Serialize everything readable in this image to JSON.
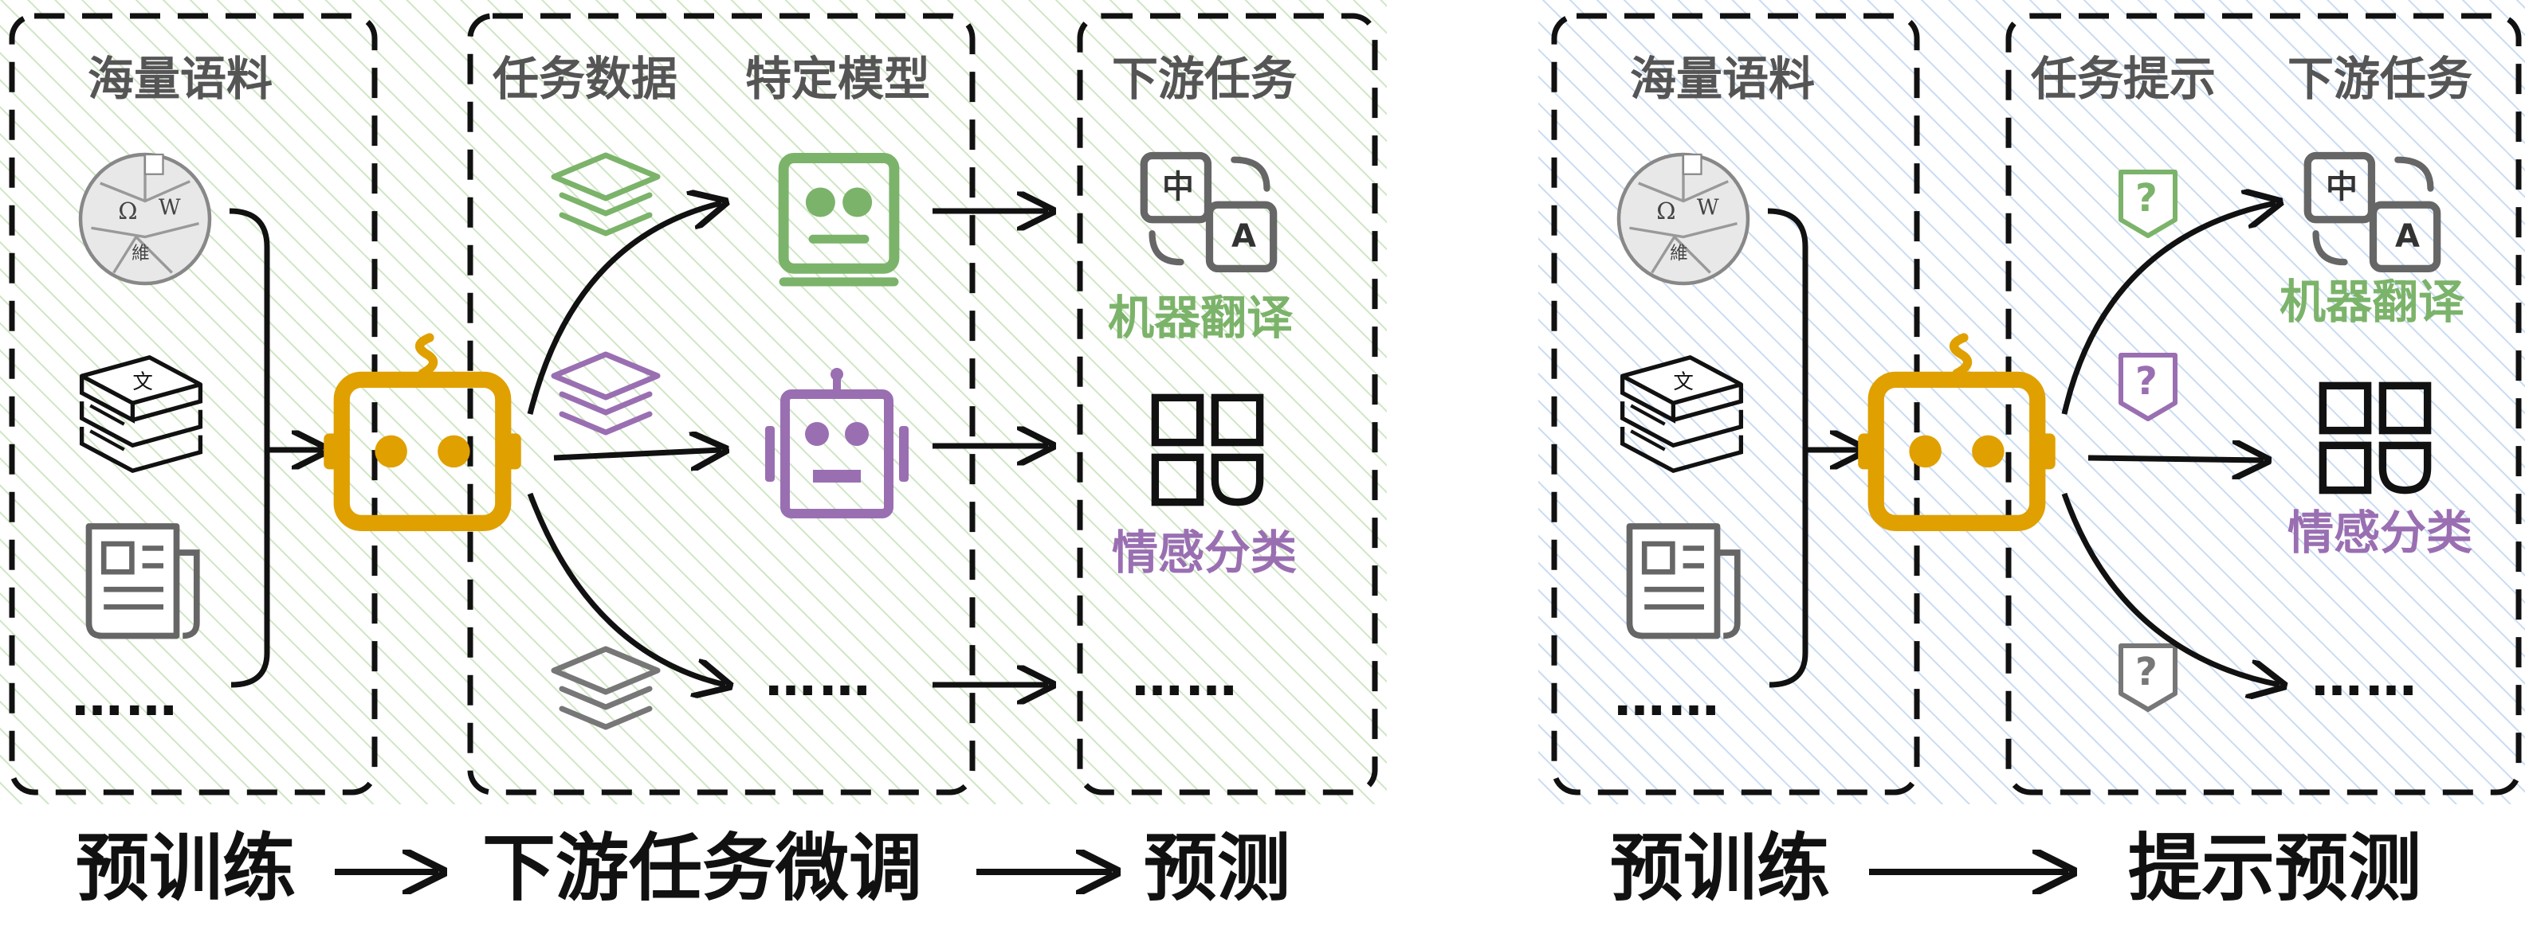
{
  "colors": {
    "green": "#7cb36a",
    "purple": "#9a6fb2",
    "gray": "#777777",
    "orange": "#e0a000",
    "ink": "#111111",
    "hatch_left": "#cfe6c4",
    "hatch_right": "#c9dcf2"
  },
  "left": {
    "box1_header": "海量语料",
    "box2_header_a": "任务数据",
    "box2_header_b": "特定模型",
    "box3_header": "下游任务",
    "task1": "机器翻译",
    "task2": "情感分类",
    "dots_corpus": "……",
    "dots_model": "……",
    "dots_task": "……",
    "translate_icon_zh": "中",
    "translate_icon_a": "A",
    "flow": {
      "step1": "预训练",
      "step2": "下游任务微调",
      "step3": "预测"
    }
  },
  "right": {
    "box1_header": "海量语料",
    "box2_header_a": "任务提示",
    "box2_header_b": "下游任务",
    "task1": "机器翻译",
    "task2": "情感分类",
    "dots_corpus": "……",
    "dots_task": "……",
    "prompt_mark": "?",
    "translate_icon_zh": "中",
    "translate_icon_a": "A",
    "flow": {
      "step1": "预训练",
      "step2": "提示预测"
    }
  },
  "icons": {
    "corpus": [
      "wikipedia-globe-icon",
      "books-stack-icon",
      "newspaper-icon"
    ],
    "task_data": "layers-icon",
    "models": [
      "green-robot-face-icon",
      "purple-robot-icon"
    ],
    "tasks": [
      "translate-icon",
      "category-grid-icon"
    ],
    "pretrained_model": "orange-robot-icon",
    "prompt": "question-tag-icon"
  }
}
